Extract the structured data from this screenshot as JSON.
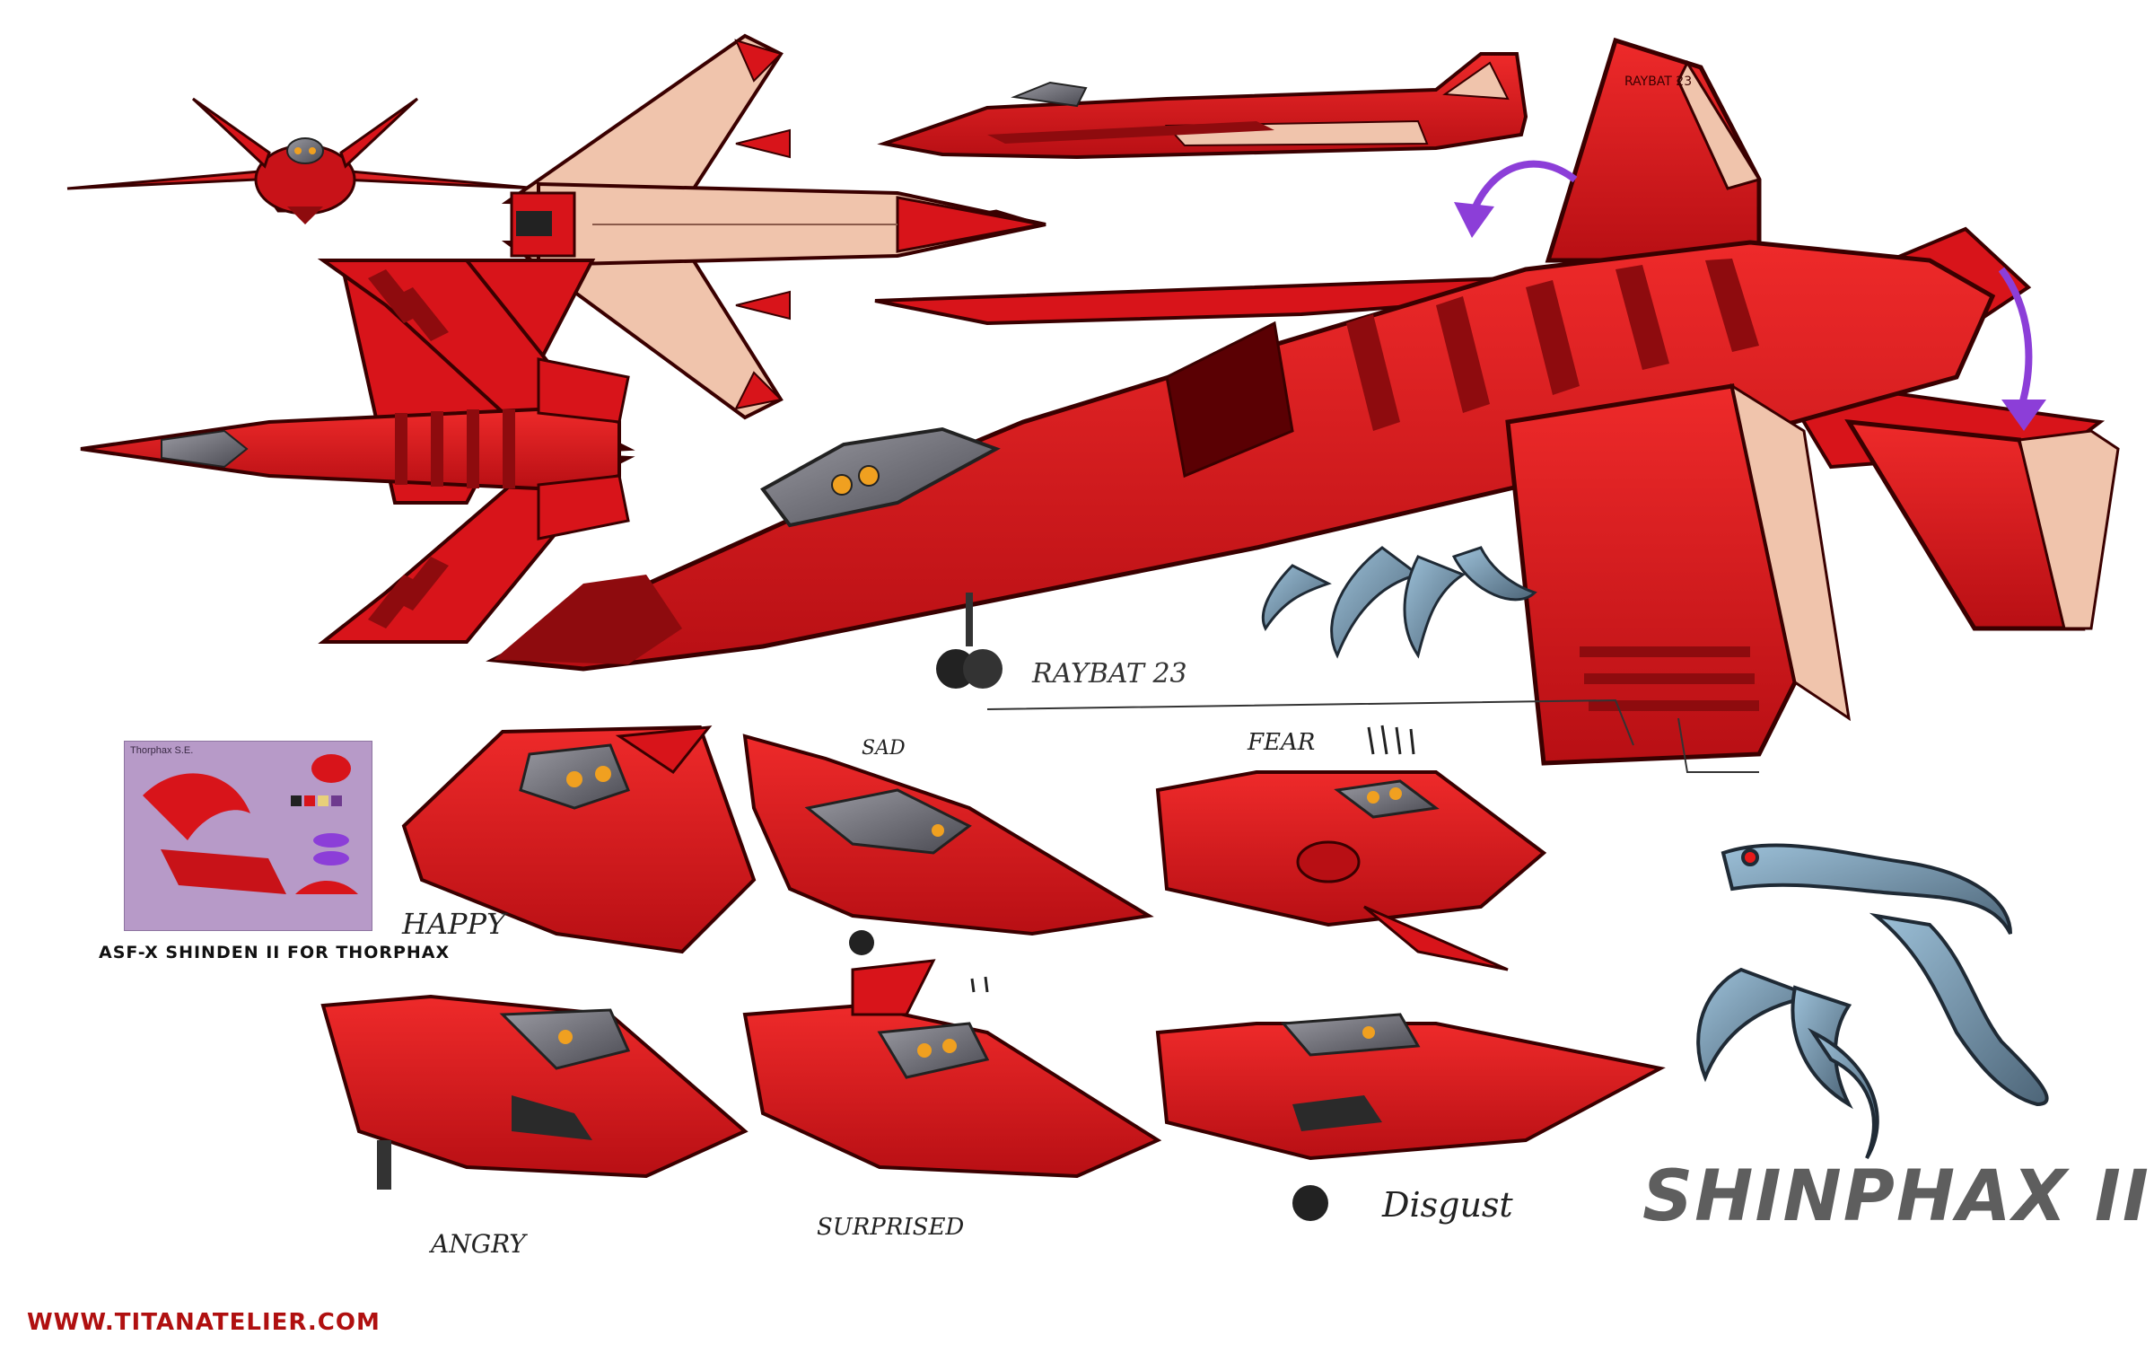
{
  "sheet": {
    "title": "SHINPHAX II",
    "website": "WWW.TITANATELIER.COM",
    "reference_caption": "ASF-X  SHINDEN II FOR THORPHAX",
    "reference_card_title": "Thorphax S.E.",
    "tail_marking": "RAYBAT 23",
    "hull_marking": "RAYBAT 23"
  },
  "expressions": {
    "happy": "HAPPY",
    "sad": "SAD",
    "fear": "FEAR",
    "angry": "ANGRY",
    "surprised": "SURPRISED",
    "disgust": "Disgust"
  },
  "colors": {
    "hull_red": "#d8141a",
    "hull_dark": "#8e0b0e",
    "underside_tan": "#f0c4ac",
    "canopy_grey": "#6f6f76",
    "eye_orange": "#f0a020",
    "arrow_purple": "#8c3ed8",
    "claw_steel": "#6e8ea8",
    "reference_bg": "#b79ac8"
  }
}
